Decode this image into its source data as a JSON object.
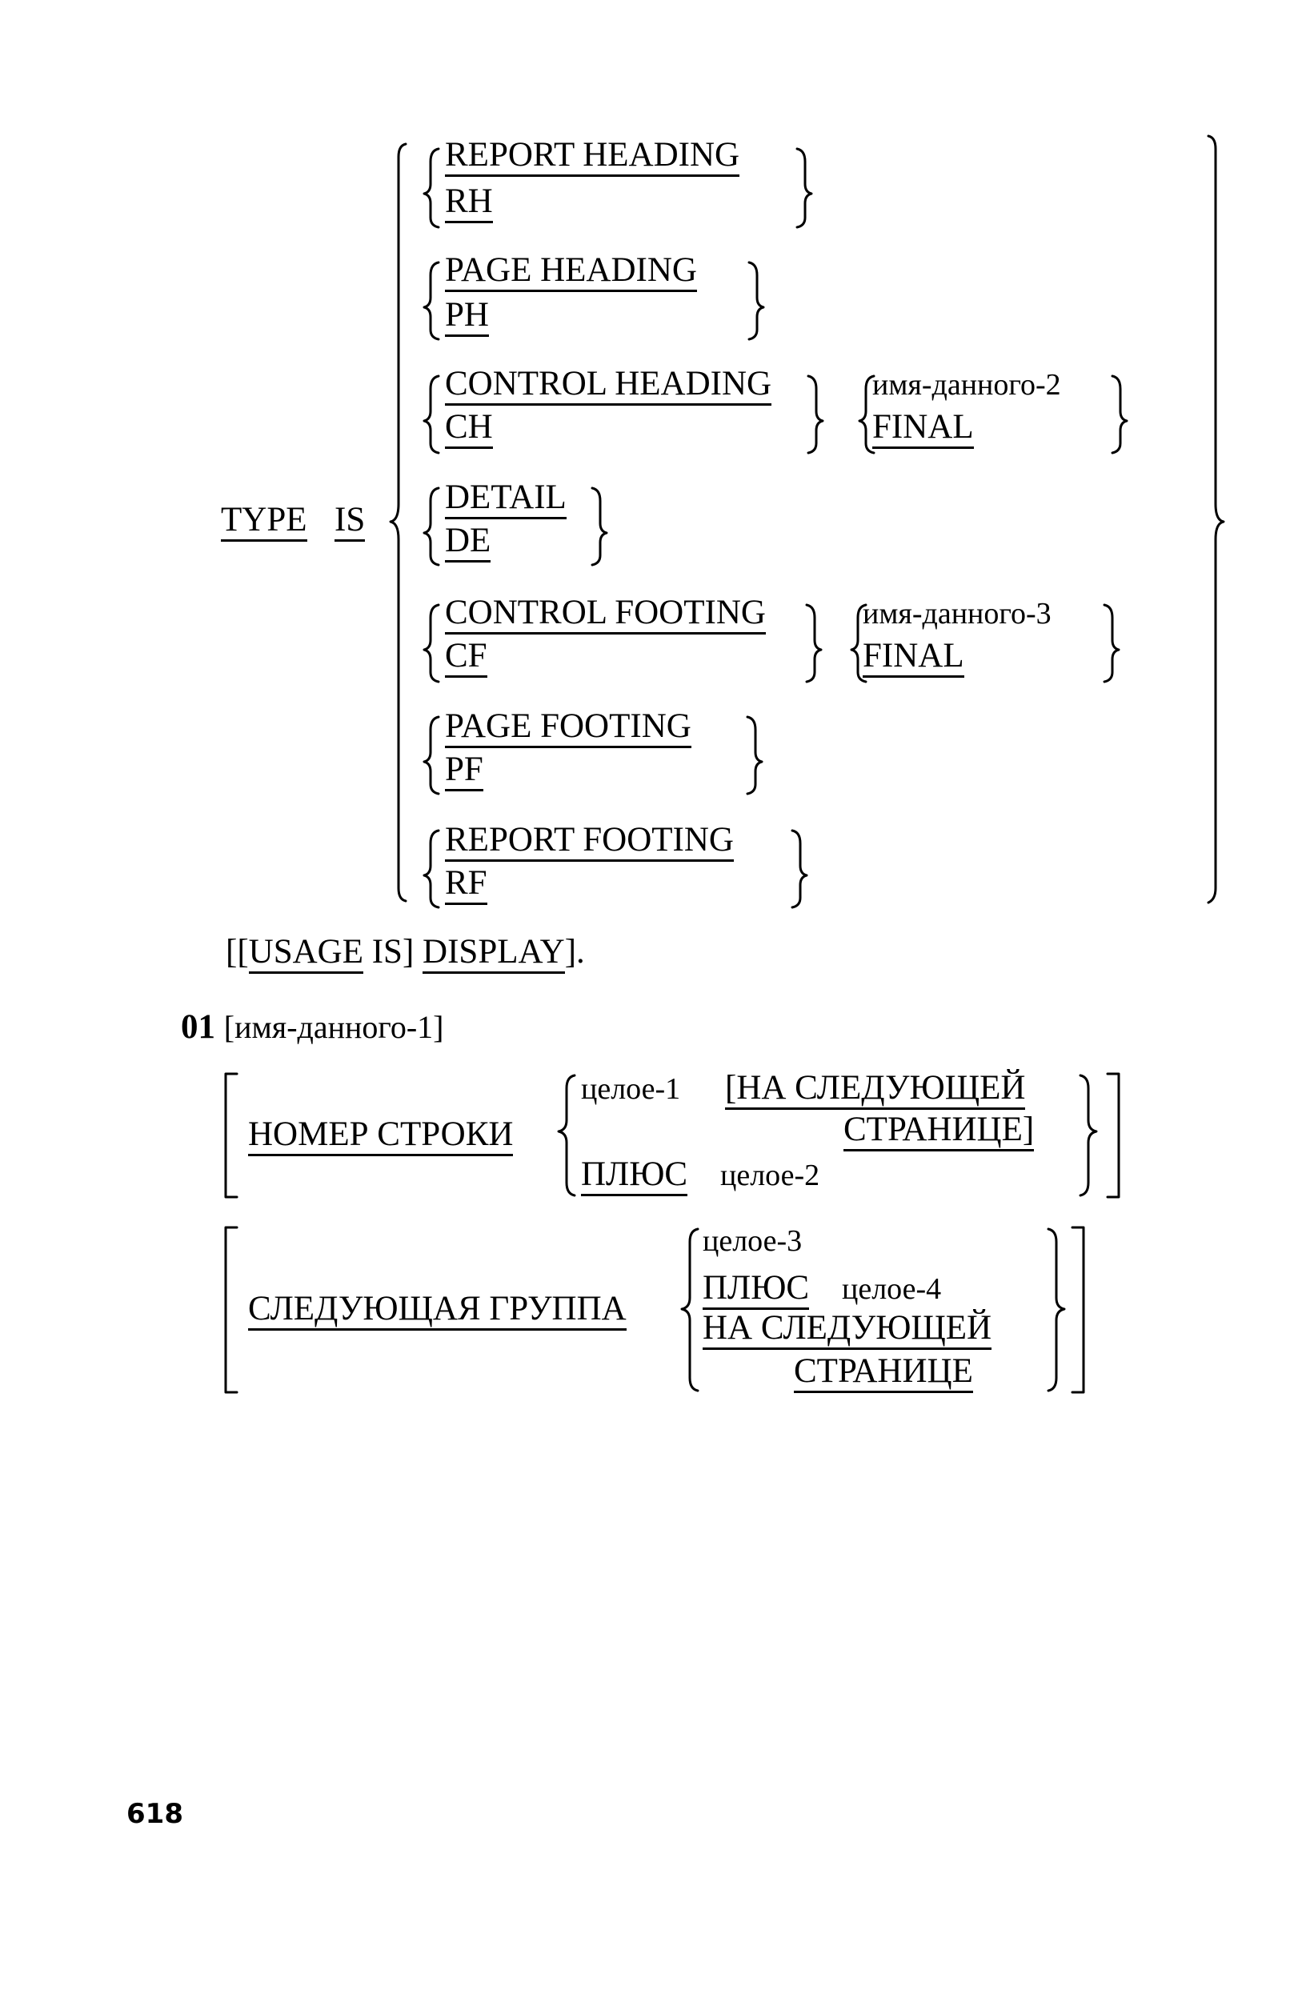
{
  "type_clause": {
    "label_type": "TYPE",
    "label_is": "IS",
    "options": [
      {
        "full": "REPORT HEADING",
        "abbr": "RH"
      },
      {
        "full": "PAGE HEADING",
        "abbr": "PH"
      },
      {
        "full": "CONTROL HEADING",
        "abbr": "CH",
        "alt1": "имя-данного-2",
        "alt2": "FINAL"
      },
      {
        "full": "DETAIL",
        "abbr": "DE"
      },
      {
        "full": "CONTROL FOOTING",
        "abbr": "CF",
        "alt1": "имя-данного-3",
        "alt2": "FINAL"
      },
      {
        "full": "PAGE FOOTING",
        "abbr": "PF"
      },
      {
        "full": "REPORT FOOTING",
        "abbr": "RF"
      }
    ]
  },
  "usage_clause": {
    "open": "[[",
    "usage": "USAGE",
    "is": "IS]",
    "display": "DISPLAY",
    "close": "]."
  },
  "level_entry": {
    "level": "01",
    "name": "[имя-данного-1]"
  },
  "line_clause": {
    "label": "НОМЕР СТРОКИ",
    "int1": "целое-1",
    "next_page_line1": "[НА СЛЕДУЮЩЕЙ",
    "next_page_line2": "СТРАНИЦЕ]",
    "plus": "ПЛЮС",
    "int2": "целое-2"
  },
  "next_group_clause": {
    "label": "СЛЕДУЮЩАЯ ГРУППА",
    "int3": "целое-3",
    "plus": "ПЛЮС",
    "int4": "целое-4",
    "next_page_line1": "НА СЛЕДУЮЩЕЙ",
    "next_page_line2": "СТРАНИЦЕ"
  },
  "page_number": "618"
}
